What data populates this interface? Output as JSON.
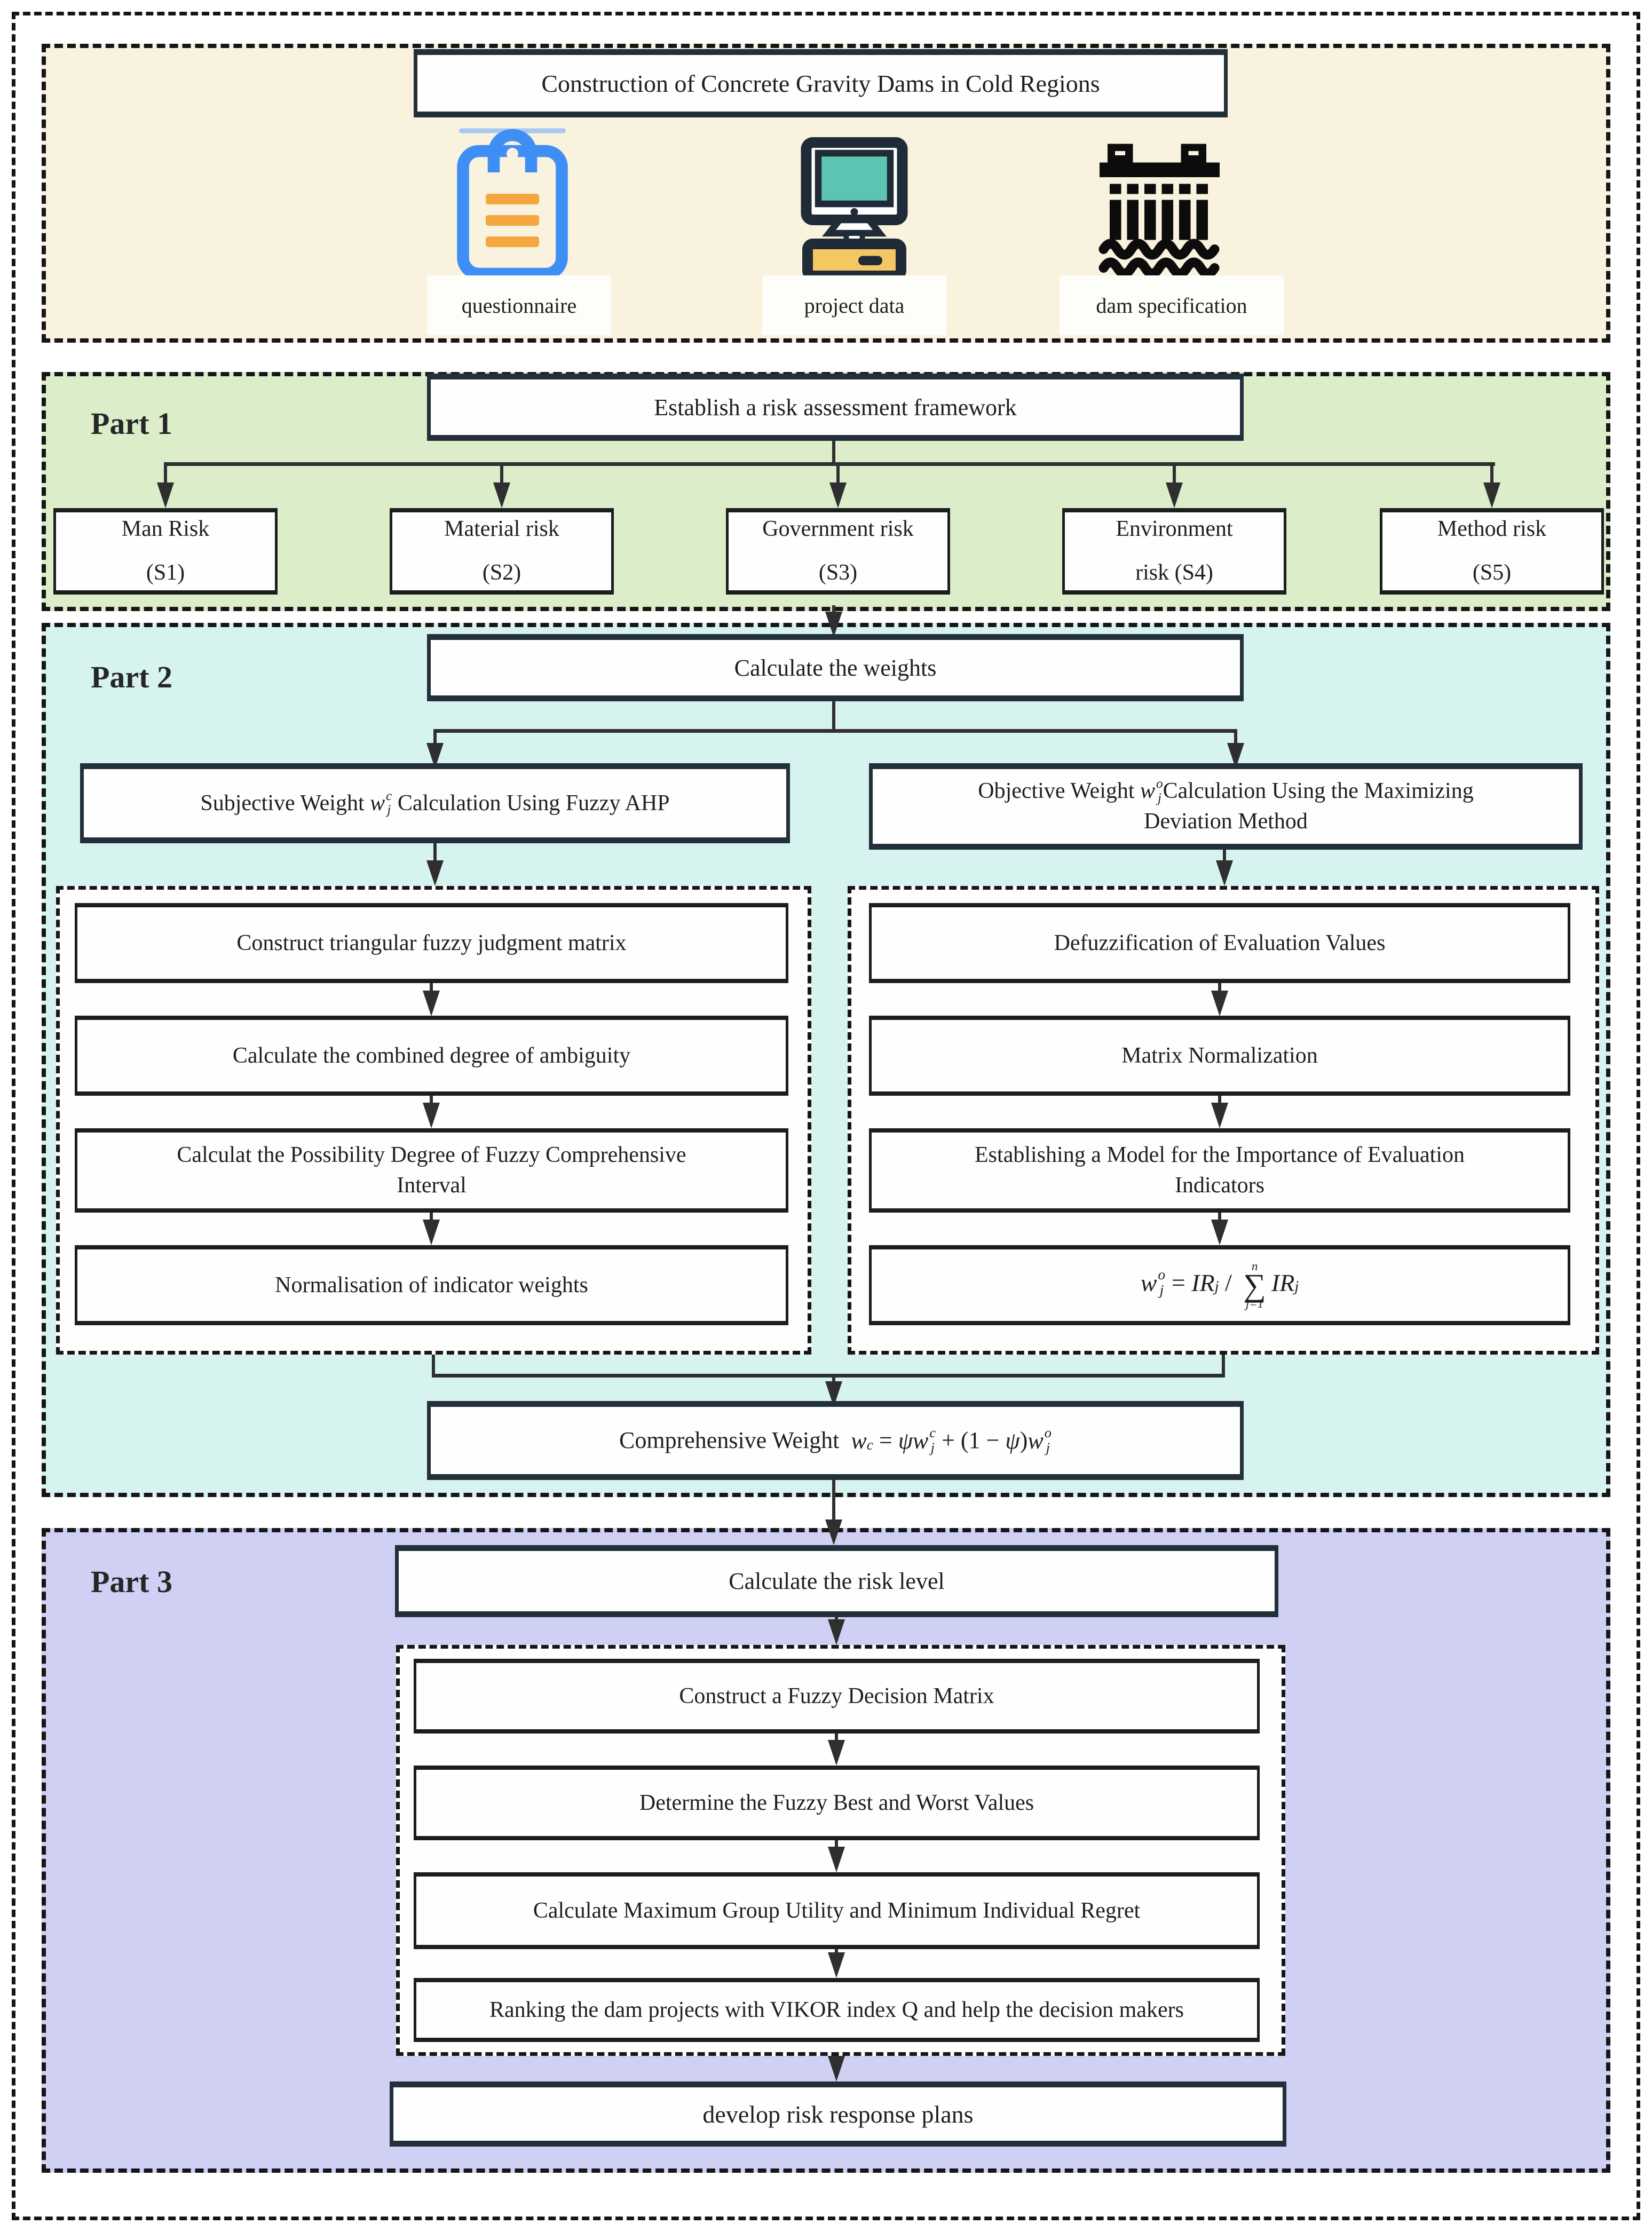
{
  "colors": {
    "section_top_bg": "#f8f2de",
    "part1_bg": "#dcedca",
    "part2_bg": "#d7f3f0",
    "part3_bg": "#cfd0f3",
    "box_bg": "#fefefe",
    "box_border": "#232f3a",
    "line_color": "#2f2f2f",
    "dash_color": "#161616",
    "text_color": "#1f1f1f",
    "accent_blue": "#3f8ef6",
    "accent_orange": "#f6a63e",
    "accent_teal": "#5ec4b2",
    "accent_yellow": "#f4c763",
    "icon_dark": "#1f2c38",
    "icon_black": "#0c0c0c"
  },
  "top": {
    "title": "Construction of Concrete Gravity Dams in Cold Regions",
    "sources": [
      {
        "icon": "clipboard-icon",
        "label": "questionnaire"
      },
      {
        "icon": "computer-icon",
        "label": "project data"
      },
      {
        "icon": "dam-icon",
        "label": "dam specification"
      }
    ]
  },
  "part1": {
    "label": "Part 1",
    "header": "Establish a risk assessment framework",
    "risks": [
      {
        "name": "Man Risk",
        "code": "(S1)"
      },
      {
        "name": "Material risk",
        "code": "(S2)"
      },
      {
        "name": "Government risk",
        "code": "(S3)"
      },
      {
        "name": "Environment",
        "code": "risk (S4)"
      },
      {
        "name": "Method risk",
        "code": "(S5)"
      }
    ]
  },
  "part2": {
    "label": "Part 2",
    "header": "Calculate the weights",
    "subjective": {
      "title_tokens": [
        {
          "t": "txt",
          "v": "Subjective Weight "
        },
        {
          "t": "var",
          "v": "w",
          "sup": "c",
          "sub": "j"
        },
        {
          "t": "txt",
          "v": " Calculation Using Fuzzy AHP"
        }
      ],
      "steps": [
        [
          "Construct triangular fuzzy judgment matrix"
        ],
        [
          "Calculate the combined degree of ambiguity"
        ],
        [
          "Calculat the Possibility Degree of Fuzzy Comprehensive",
          "Interval"
        ],
        [
          "Normalisation of indicator weights"
        ]
      ]
    },
    "objective": {
      "title_line1_tokens": [
        {
          "t": "txt",
          "v": "Objective Weight "
        },
        {
          "t": "var",
          "v": "w",
          "sup": "o",
          "sub": "j"
        },
        {
          "t": "txt",
          "v": "Calculation Using the Maximizing"
        }
      ],
      "title_line2": "Deviation Method",
      "steps": [
        [
          "Defuzzification of Evaluation Values"
        ],
        [
          "Matrix Normalization"
        ],
        [
          "Establishing a Model for the Importance of Evaluation",
          "Indicators"
        ]
      ],
      "formula_tokens": [
        {
          "t": "var",
          "v": "w",
          "sup": "o",
          "sub": "j"
        },
        {
          "t": "txt",
          "v": " = "
        },
        {
          "t": "var",
          "v": "IR",
          "sub": "j"
        },
        {
          "t": "txt",
          "v": " / "
        },
        {
          "t": "sum",
          "v": "∑",
          "sup": "n",
          "sub": "j=1"
        },
        {
          "t": "var",
          "v": "IR",
          "sub": "j"
        }
      ]
    },
    "comprehensive_tokens": [
      {
        "t": "txt",
        "v": "Comprehensive Weight  "
      },
      {
        "t": "var",
        "v": "w",
        "sub": "c"
      },
      {
        "t": "txt",
        "v": " = "
      },
      {
        "t": "var",
        "v": "ψw",
        "sup": "c",
        "sub": "j"
      },
      {
        "t": "txt",
        "v": " + (1 − "
      },
      {
        "t": "var",
        "v": "ψ"
      },
      {
        "t": "txt",
        "v": ")"
      },
      {
        "t": "var",
        "v": "w",
        "sup": "o",
        "sub": "j"
      }
    ]
  },
  "part3": {
    "label": "Part 3",
    "header": "Calculate the risk level",
    "steps": [
      [
        "Construct a Fuzzy Decision Matrix"
      ],
      [
        "Determine the Fuzzy Best and Worst Values"
      ],
      [
        "Calculate Maximum Group Utility and Minimum Individual Regret"
      ],
      [
        "Ranking the dam projects with VIKOR index Q and help the decision makers"
      ]
    ],
    "final": "develop risk response plans"
  }
}
